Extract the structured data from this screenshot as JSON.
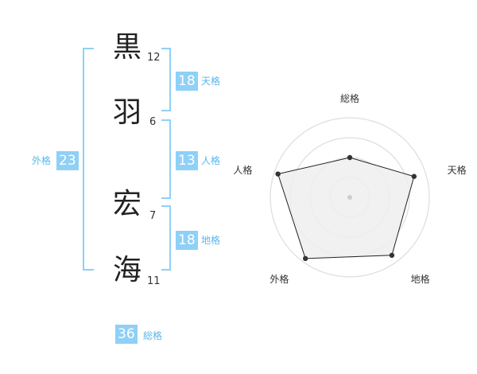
{
  "name_chars": [
    {
      "char": "黒",
      "strokes": "12"
    },
    {
      "char": "羽",
      "strokes": "6"
    },
    {
      "char": "宏",
      "strokes": "7"
    },
    {
      "char": "海",
      "strokes": "11"
    }
  ],
  "kaku": {
    "tenkaku": {
      "value": "18",
      "label": "天格"
    },
    "jinkaku": {
      "value": "13",
      "label": "人格"
    },
    "chikaku": {
      "value": "18",
      "label": "地格"
    },
    "gaikaku": {
      "value": "23",
      "label": "外格"
    },
    "soukaku": {
      "value": "36",
      "label": "総格"
    }
  },
  "chart_data": {
    "type": "radar",
    "axes": [
      "総格",
      "天格",
      "地格",
      "外格",
      "人格"
    ],
    "values": [
      0.5,
      0.85,
      0.9,
      0.95,
      0.95
    ],
    "levels": 4,
    "fill_color": "#efefef",
    "line_color": "#222222",
    "ring_color": "#dddddd"
  }
}
